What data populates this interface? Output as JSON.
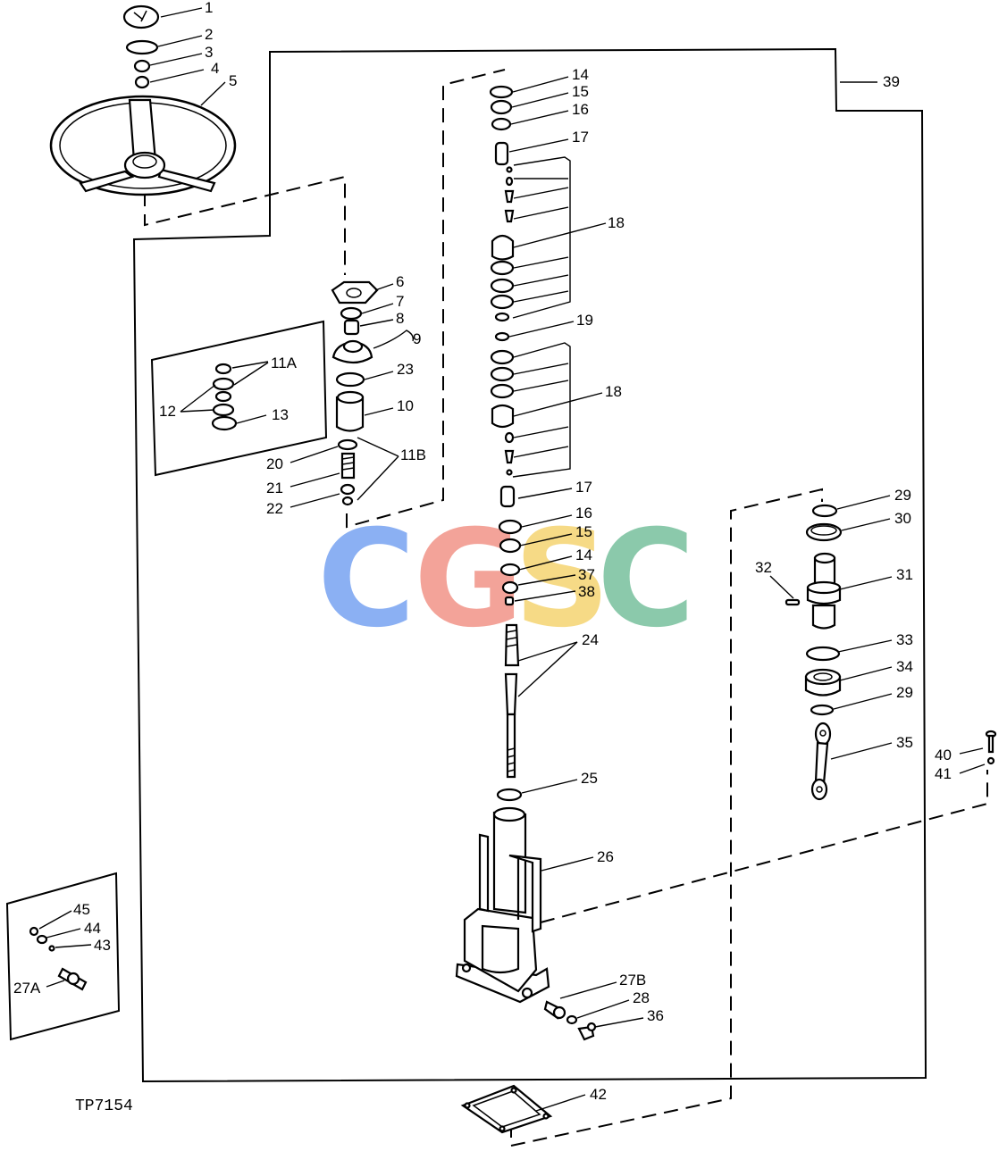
{
  "diagram": {
    "figure_code": "TP7154",
    "watermark": {
      "letters": [
        "C",
        "G",
        "S",
        "C"
      ],
      "colors": [
        "#7fa8f2",
        "#f29a8e",
        "#f6d77a",
        "#7fc4a2"
      ]
    },
    "callouts": {
      "c1": "1",
      "c2": "2",
      "c3": "3",
      "c4": "4",
      "c5": "5",
      "c6": "6",
      "c7": "7",
      "c8": "8",
      "c9": "9",
      "c10": "10",
      "c11A": "11A",
      "c11B": "11B",
      "c12": "12",
      "c13": "13",
      "c14a": "14",
      "c15a": "15",
      "c16a": "16",
      "c17a": "17",
      "c18a": "18",
      "c19": "19",
      "c18b": "18",
      "c17b": "17",
      "c16b": "16",
      "c15b": "15",
      "c14b": "14",
      "c37": "37",
      "c38": "38",
      "c20": "20",
      "c21": "21",
      "c22": "22",
      "c23": "23",
      "c24": "24",
      "c25": "25",
      "c26": "26",
      "c27A": "27A",
      "c27B": "27B",
      "c28": "28",
      "c29a": "29",
      "c30": "30",
      "c31": "31",
      "c32": "32",
      "c33": "33",
      "c34": "34",
      "c29b": "29",
      "c35": "35",
      "c36": "36",
      "c39": "39",
      "c40": "40",
      "c41": "41",
      "c42": "42",
      "c43": "43",
      "c44": "44",
      "c45": "45"
    }
  }
}
